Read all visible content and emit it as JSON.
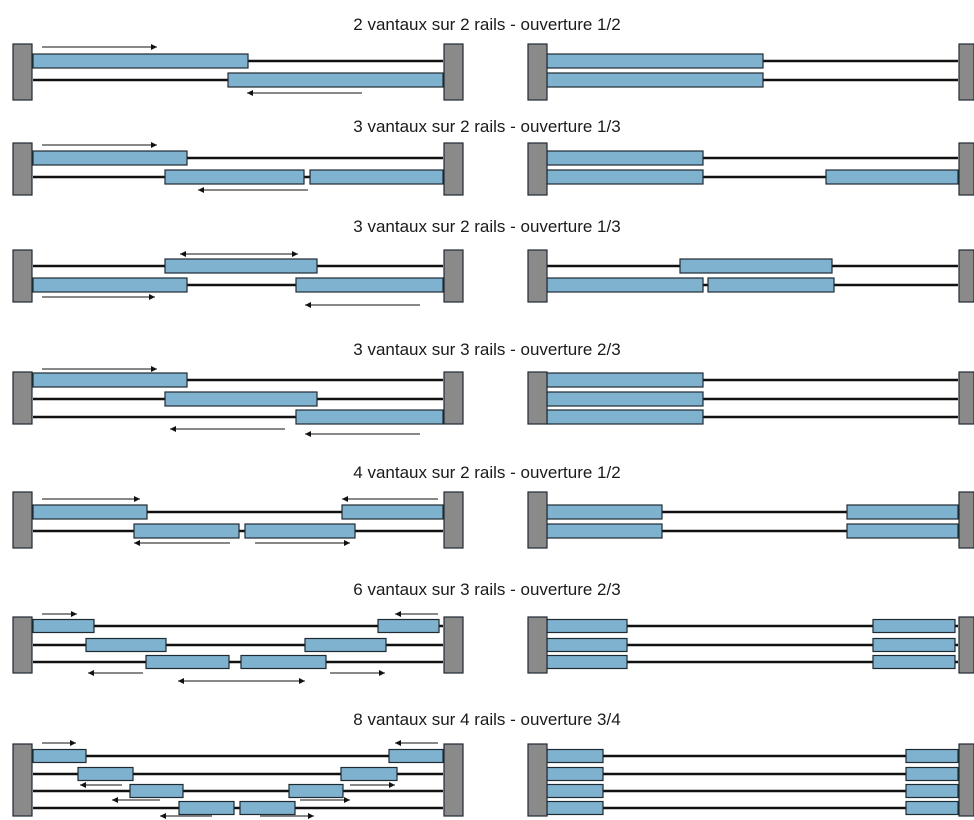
{
  "colors": {
    "panel_fill": "#7fb2cf",
    "panel_stroke": "#1f2a33",
    "post_fill": "#8a8a8a",
    "rail": "#111111",
    "arrow": "#111111",
    "text": "#1a1a1a"
  },
  "configurations": [
    {
      "title": "2 vantaux sur 2 rails - ouverture 1/2",
      "rails": 2,
      "panels": 2
    },
    {
      "title": "3 vantaux sur 2 rails - ouverture 1/3",
      "rails": 2,
      "panels": 3
    },
    {
      "title": "3 vantaux sur 2 rails - ouverture 1/3",
      "rails": 2,
      "panels": 3
    },
    {
      "title": "3 vantaux sur 3 rails - ouverture 2/3",
      "rails": 3,
      "panels": 3
    },
    {
      "title": "4 vantaux sur 2 rails - ouverture 1/2",
      "rails": 2,
      "panels": 4
    },
    {
      "title": "6 vantaux sur 3 rails - ouverture 2/3",
      "rails": 3,
      "panels": 6
    },
    {
      "title": "8 vantaux sur 4 rails - ouverture 3/4",
      "rails": 4,
      "panels": 8
    }
  ]
}
